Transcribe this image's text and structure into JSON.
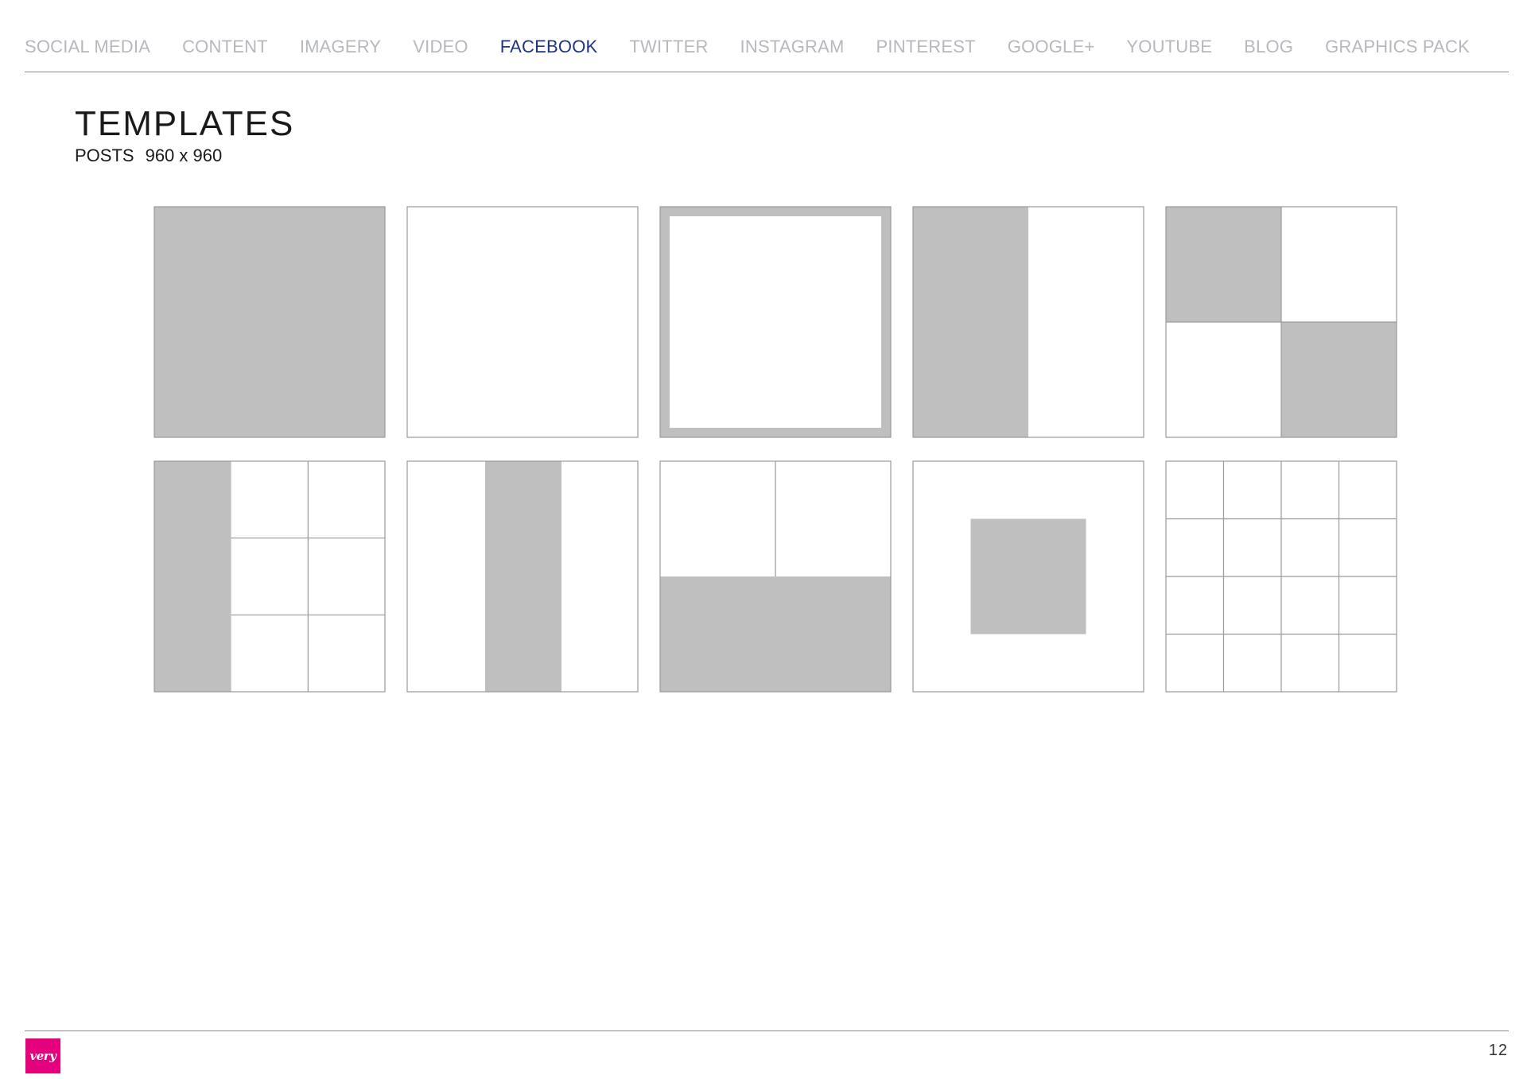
{
  "colors": {
    "nav_inactive": "#b6b8bd",
    "nav_active": "#1c3680",
    "placeholder_fill": "#bfbfbf",
    "tile_border": "#9a9a9a",
    "brand": "#e5007e"
  },
  "nav": {
    "items": [
      {
        "label": "SOCIAL MEDIA",
        "active": false
      },
      {
        "label": "CONTENT",
        "active": false
      },
      {
        "label": "IMAGERY",
        "active": false
      },
      {
        "label": "VIDEO",
        "active": false
      },
      {
        "label": "FACEBOOK",
        "active": true
      },
      {
        "label": "TWITTER",
        "active": false
      },
      {
        "label": "INSTAGRAM",
        "active": false
      },
      {
        "label": "PINTEREST",
        "active": false
      },
      {
        "label": "GOOGLE+",
        "active": false
      },
      {
        "label": "YOUTUBE",
        "active": false
      },
      {
        "label": "BLOG",
        "active": false
      },
      {
        "label": "GRAPHICS PACK",
        "active": false
      }
    ]
  },
  "header": {
    "title": "TEMPLATES",
    "subtitle_label": "POSTS",
    "subtitle_dimensions": "960 x 960"
  },
  "templates": [
    {
      "layout": "full-fill"
    },
    {
      "layout": "blank"
    },
    {
      "layout": "frame-border"
    },
    {
      "layout": "left-half-fill"
    },
    {
      "layout": "diagonal-quadrants"
    },
    {
      "layout": "left-column-with-grid"
    },
    {
      "layout": "center-column-fill"
    },
    {
      "layout": "top-split-bottom-fill"
    },
    {
      "layout": "center-square-fill"
    },
    {
      "layout": "four-by-four-grid"
    }
  ],
  "footer": {
    "logo_text": "very",
    "page_number": "12"
  }
}
